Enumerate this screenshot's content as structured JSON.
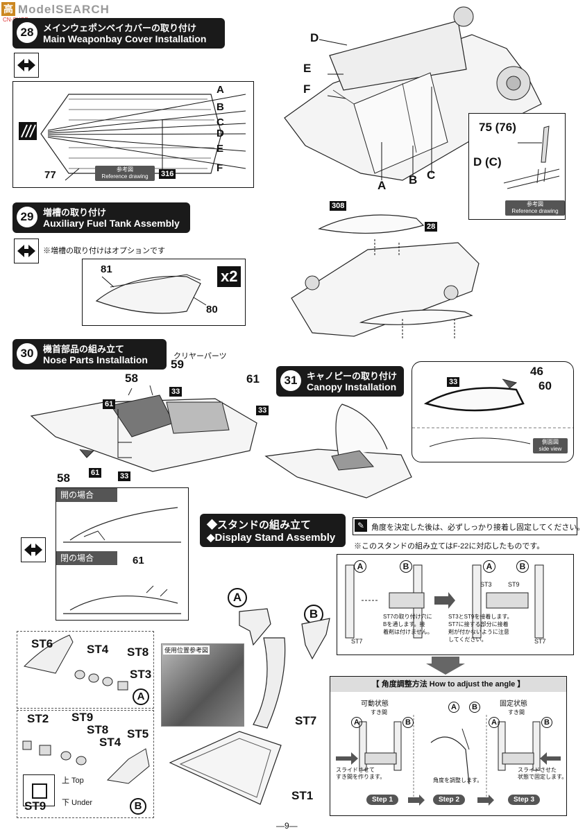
{
  "watermark": {
    "text": "ModelSEARCH",
    "sub": "CN-SHOP.com",
    "logo": "高"
  },
  "step28": {
    "num": "28",
    "jp": "メインウェポンベイカバーの取り付け",
    "en": "Main Weaponbay Cover Installation",
    "letters": [
      "A",
      "B",
      "C",
      "D",
      "E",
      "F"
    ],
    "part": "77",
    "tag": "316",
    "ref_jp": "参考図",
    "ref_en": "Reference drawing",
    "diag_labels": [
      "D",
      "E",
      "F",
      "A",
      "B",
      "C"
    ],
    "inset_label": "75 (76)",
    "inset_label2": "D (C)"
  },
  "step29": {
    "num": "29",
    "jp": "増槽の取り付け",
    "en": "Auxiliary Fuel Tank Assembly",
    "note": "※増槽の取り付けはオプションです",
    "p81": "81",
    "p80": "80",
    "mult": "x2",
    "tag308": "308",
    "tag28": "28"
  },
  "step30": {
    "num": "30",
    "jp": "機首部品の組み立て",
    "en": "Nose Parts Installation",
    "clear": "クリヤーパーツ",
    "p59": "59",
    "p58a": "58",
    "p61a": "61",
    "p58b": "58",
    "t33a": "33",
    "t33b": "33",
    "t33c": "33",
    "t61a": "61",
    "t61b": "61",
    "open_jp": "開の場合",
    "closed_jp": "閉の場合",
    "p61c": "61"
  },
  "step31": {
    "num": "31",
    "jp": "キャノピーの取り付け",
    "en": "Canopy Installation",
    "p46": "46",
    "p60": "60",
    "t33": "33",
    "side_jp": "側面図",
    "side_en": "side view"
  },
  "stand": {
    "jp": "◆スタンドの組み立て",
    "en": "◆Display Stand Assembly",
    "caution": "角度を決定した後は、必ずしっかり接着し固定してください。",
    "note": "※このスタンドの組み立てはF-22に対応したものです。",
    "A": "A",
    "B": "B",
    "ST6": "ST6",
    "ST4": "ST4",
    "ST8": "ST8",
    "ST3": "ST3",
    "ST2": "ST2",
    "ST9": "ST9",
    "ST8b": "ST8",
    "ST4b": "ST4",
    "ST5": "ST5",
    "ST7": "ST7",
    "ST1": "ST1",
    "ST9b": "ST9",
    "top": "上 Top",
    "under": "下 Under",
    "photo_label": "使用位置参考図",
    "detail_st7_note": "ST7の取り付け穴に\nBを通します。接\n着剤は付けません。",
    "detail_st3_note": "ST3とST9を接着します。\nST7に接する部分に接着\n剤が付かないように注意\nしてください。",
    "st3": "ST3",
    "st9": "ST9",
    "st7a": "ST7",
    "st7b": "ST7",
    "angle_title": "【 角度調整方法 How to adjust the angle 】",
    "movable": "可動状態",
    "fixed": "固定状態",
    "gap": "すき間",
    "slide1": "スライドさせて\nすき間を作ります。",
    "adjust": "角度を調整します。",
    "slide2": "スライドさせた\n状態で固定します。",
    "step1": "Step 1",
    "step2": "Step 2",
    "step3": "Step 3"
  },
  "page_number": "—9—"
}
